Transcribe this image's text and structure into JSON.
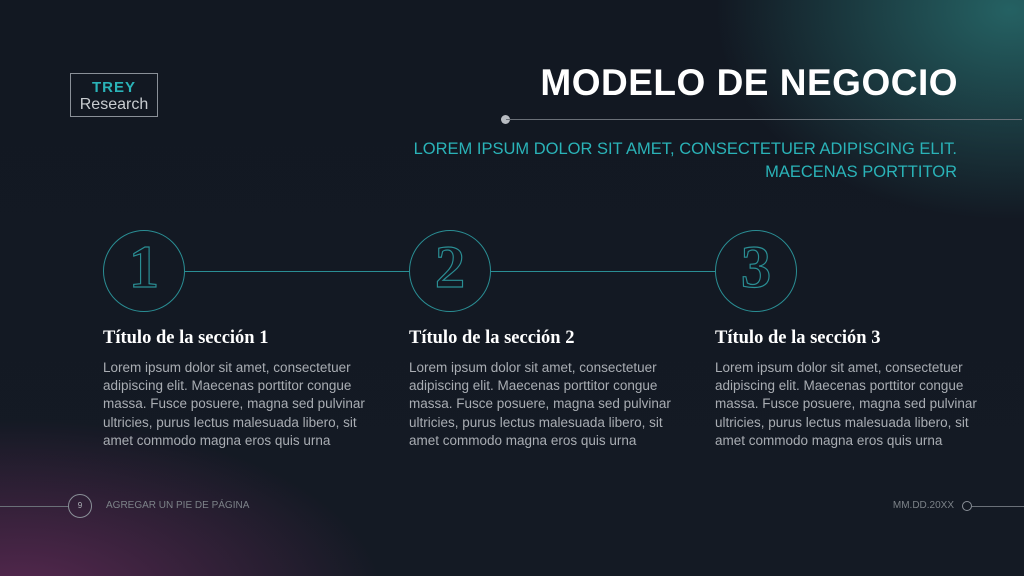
{
  "logo": {
    "line1": "TREY",
    "line2": "Research"
  },
  "header": {
    "title": "MODELO DE NEGOCIO",
    "subtitle": "LOREM IPSUM DOLOR SIT AMET, CONSECTETUER ADIPISCING ELIT. MAECENAS PORTTITOR"
  },
  "sections": [
    {
      "number": "1",
      "title": "Título de la sección 1",
      "body": "Lorem ipsum dolor sit amet, consectetuer adipiscing elit. Maecenas porttitor congue massa. Fusce posuere, magna sed pulvinar ultricies, purus lectus malesuada libero, sit amet commodo magna eros quis urna"
    },
    {
      "number": "2",
      "title": "Título de la sección 2",
      "body": "Lorem ipsum dolor sit amet, consectetuer adipiscing elit. Maecenas porttitor congue massa. Fusce posuere, magna sed pulvinar ultricies, purus lectus malesuada libero, sit amet commodo magna eros quis urna"
    },
    {
      "number": "3",
      "title": "Título de la sección 3",
      "body": "Lorem ipsum dolor sit amet, consectetuer adipiscing elit. Maecenas porttitor congue massa. Fusce posuere, magna sed pulvinar ultricies, purus lectus malesuada libero, sit amet commodo magna eros quis urna"
    }
  ],
  "footer": {
    "page_number": "9",
    "text": "AGREGAR UN PIE DE PÁGINA",
    "date": "MM.DD.20XX"
  },
  "colors": {
    "accent": "#2ab3b8",
    "background": "#121821",
    "title": "#ffffff",
    "body": "#a9adb3"
  }
}
